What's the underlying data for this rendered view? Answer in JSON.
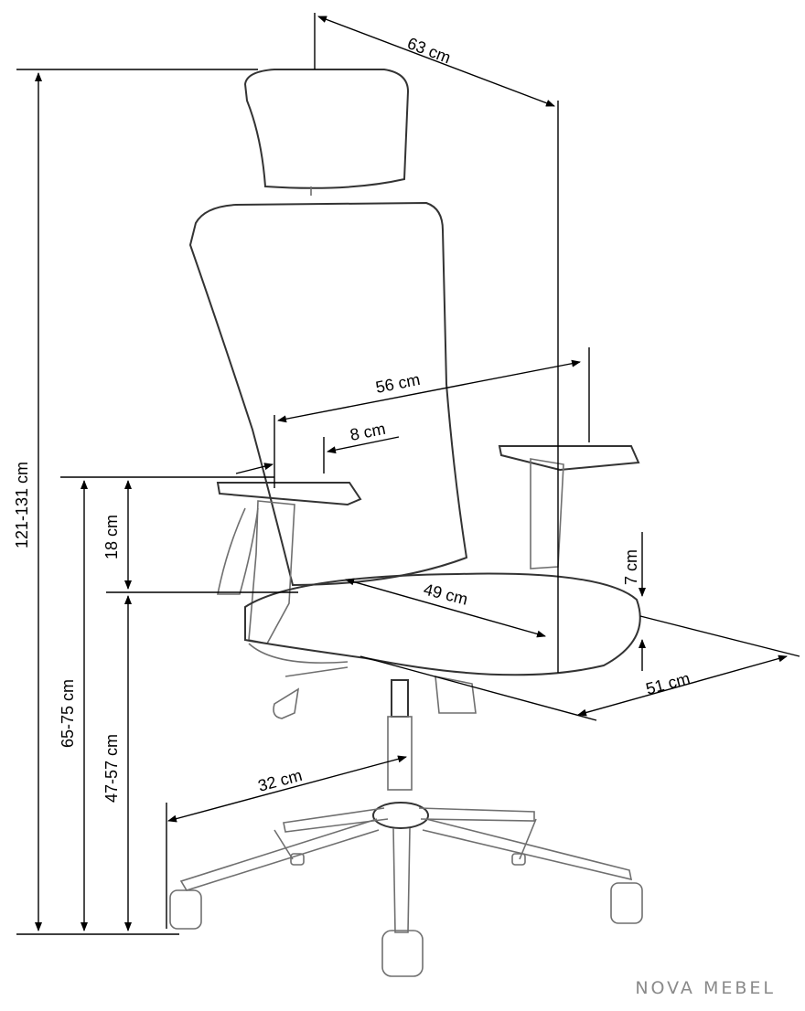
{
  "diagram": {
    "dimensions": {
      "total_height": "121-131 cm",
      "armrest_height": "65-75 cm",
      "seat_height": "47-57 cm",
      "arm_above_seat": "18 cm",
      "width_top": "63 cm",
      "arm_width": "56 cm",
      "arm_pad": "8 cm",
      "seat_depth": "49 cm",
      "seat_thickness": "7 cm",
      "seat_width": "51 cm",
      "base_radius": "32 cm"
    }
  },
  "brand": {
    "name": "NOVA MEBEL"
  },
  "colors": {
    "line": "#000000",
    "drawing": "#6f6f6f",
    "brand": "#8a8a8a"
  }
}
